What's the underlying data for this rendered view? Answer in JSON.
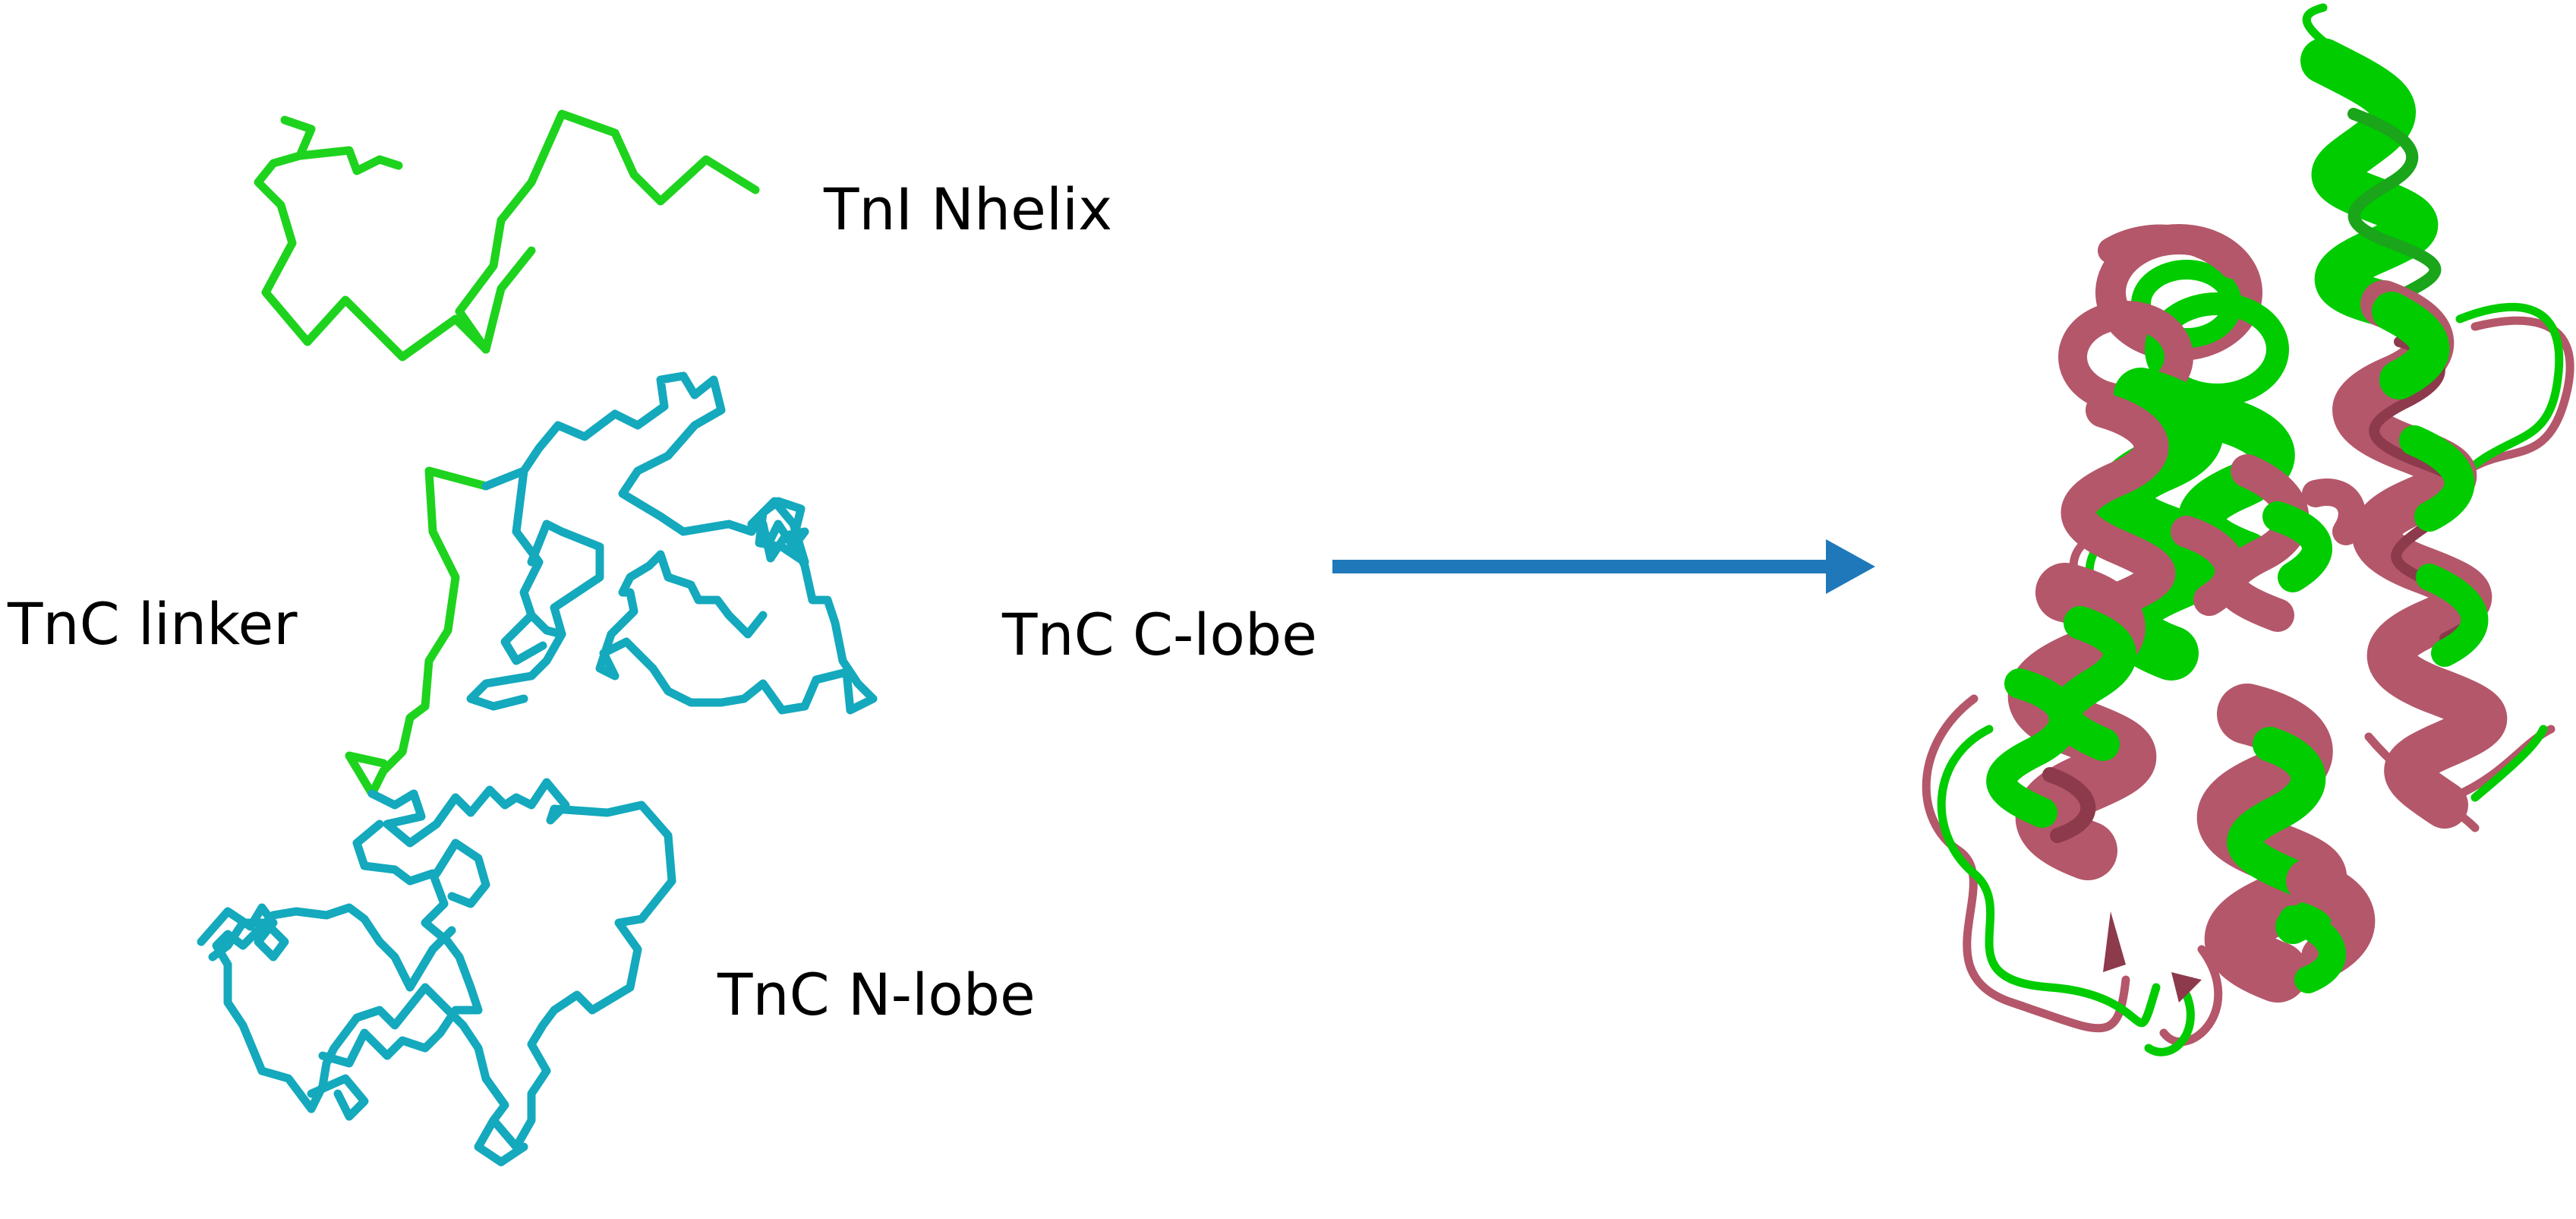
{
  "labels": {
    "tni_nhelix": "TnI Nhelix",
    "tnc_linker": "TnC linker",
    "tnc_clobe": "TnC C-lobe",
    "tnc_nlobe": "TnC N-lobe"
  },
  "colors": {
    "tni_green": "#1ed31e",
    "tnc_cyan": "#14a9bd",
    "arrow_blue": "#1f78b9",
    "model_green": "#00cc00",
    "model_pink": "#b4576a",
    "background": "#ffffff"
  },
  "panels": {
    "left": "ribbon-trace model of TnI N-helix and TnC lobes",
    "right": "overlaid cartoon structures (green and pink)"
  }
}
